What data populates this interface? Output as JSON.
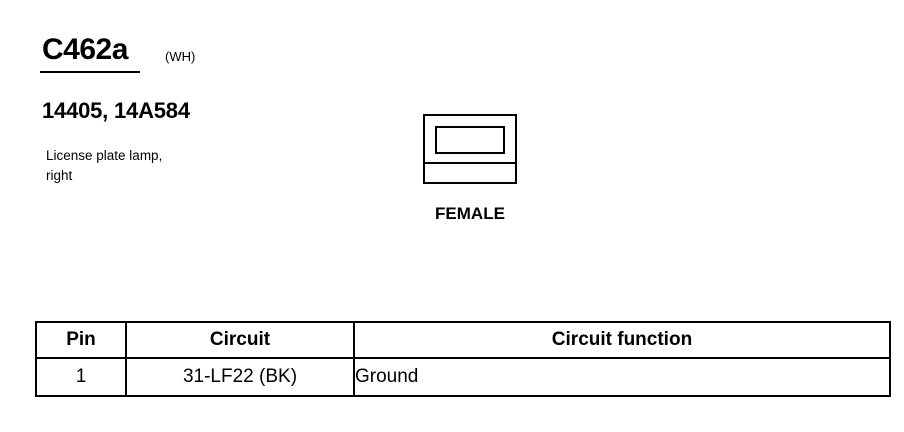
{
  "connector": {
    "id": "C462a",
    "color": "(WH)",
    "part_numbers": "14405, 14A584",
    "description_line1": "License plate lamp,",
    "description_line2": "right",
    "gender": "FEMALE"
  },
  "pin_table": {
    "headers": {
      "pin": "Pin",
      "circuit": "Circuit",
      "function": "Circuit function"
    },
    "rows": [
      {
        "pin": "1",
        "circuit": "31-LF22 (BK)",
        "function": "Ground"
      }
    ]
  }
}
